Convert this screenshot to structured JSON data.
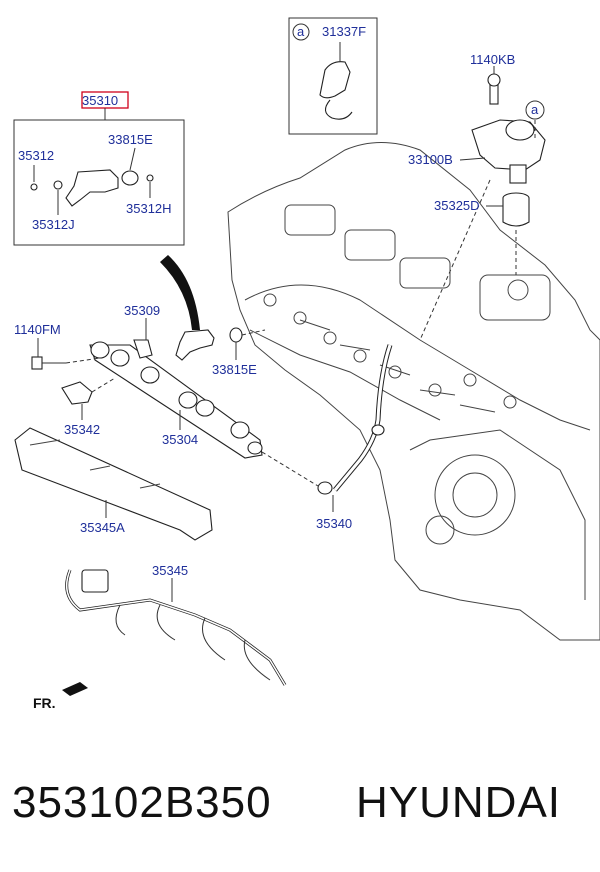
{
  "labels": {
    "l35310": "35310",
    "l35312": "35312",
    "l33815E_a": "33815E",
    "l35312J": "35312J",
    "l35312H": "35312H",
    "l31337F": "31337F",
    "la_top": "a",
    "la_pump": "a",
    "l1140KB": "1140KB",
    "l33100B": "33100B",
    "l35325D": "35325D",
    "l35309": "35309",
    "l1140FM": "1140FM",
    "l33815E_b": "33815E",
    "l35342": "35342",
    "l35304": "35304",
    "l35345A": "35345A",
    "l35340": "35340",
    "l35345": "35345",
    "fr": "FR."
  },
  "footer": {
    "part_number": "353102B350",
    "brand": "HYUNDAI"
  },
  "colors": {
    "label_blue": "#1f2f9a",
    "highlight_red": "#d0021b"
  }
}
